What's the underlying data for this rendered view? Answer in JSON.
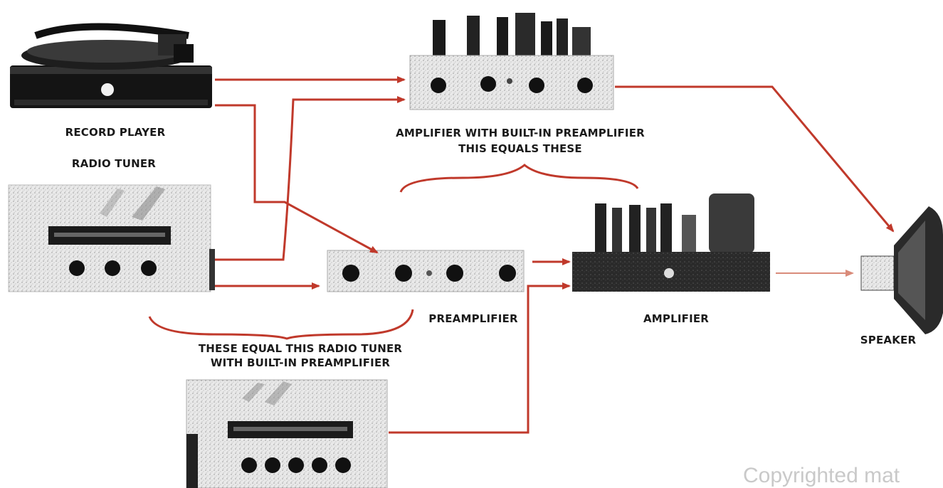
{
  "labels": {
    "record_player": "RECORD PLAYER",
    "radio_tuner": "RADIO TUNER",
    "amp_builtin_line1": "AMPLIFIER WITH BUILT-IN PREAMPLIFIER",
    "amp_builtin_line2": "THIS EQUALS THESE",
    "preamplifier": "PREAMPLIFIER",
    "amplifier": "AMPLIFIER",
    "speaker": "SPEAKER",
    "equal_line1": "THESE EQUAL THIS RADIO TUNER",
    "equal_line2": "WITH BUILT-IN PREAMPLIFIER"
  },
  "watermark": "Copyrighted mat",
  "colors": {
    "arrow": "#c0392b",
    "arrow_light": "#d98b7a",
    "ink": "#1a1a1a"
  }
}
